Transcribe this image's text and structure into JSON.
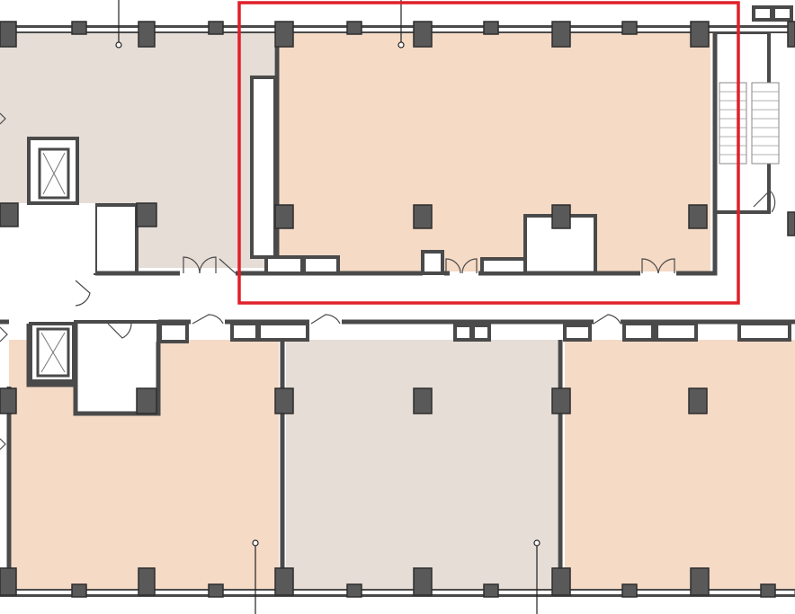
{
  "plan": {
    "rooms": [
      {
        "id": "upper-left",
        "tone": "grey"
      },
      {
        "id": "upper-center",
        "tone": "peach"
      },
      {
        "id": "lower-left",
        "tone": "peach"
      },
      {
        "id": "lower-center",
        "tone": "grey"
      },
      {
        "id": "lower-right",
        "tone": "peach"
      }
    ],
    "highlight": {
      "target": "upper-center",
      "color": "#e0202a"
    },
    "colors": {
      "peach": "#f5dac6",
      "grey": "#e6ddd7",
      "wall": "#4a4a4a",
      "highlight": "#e0202a"
    },
    "icons": [
      "elevator-icon",
      "stair-icon",
      "door-swing-icon",
      "leader-marker-icon"
    ]
  }
}
